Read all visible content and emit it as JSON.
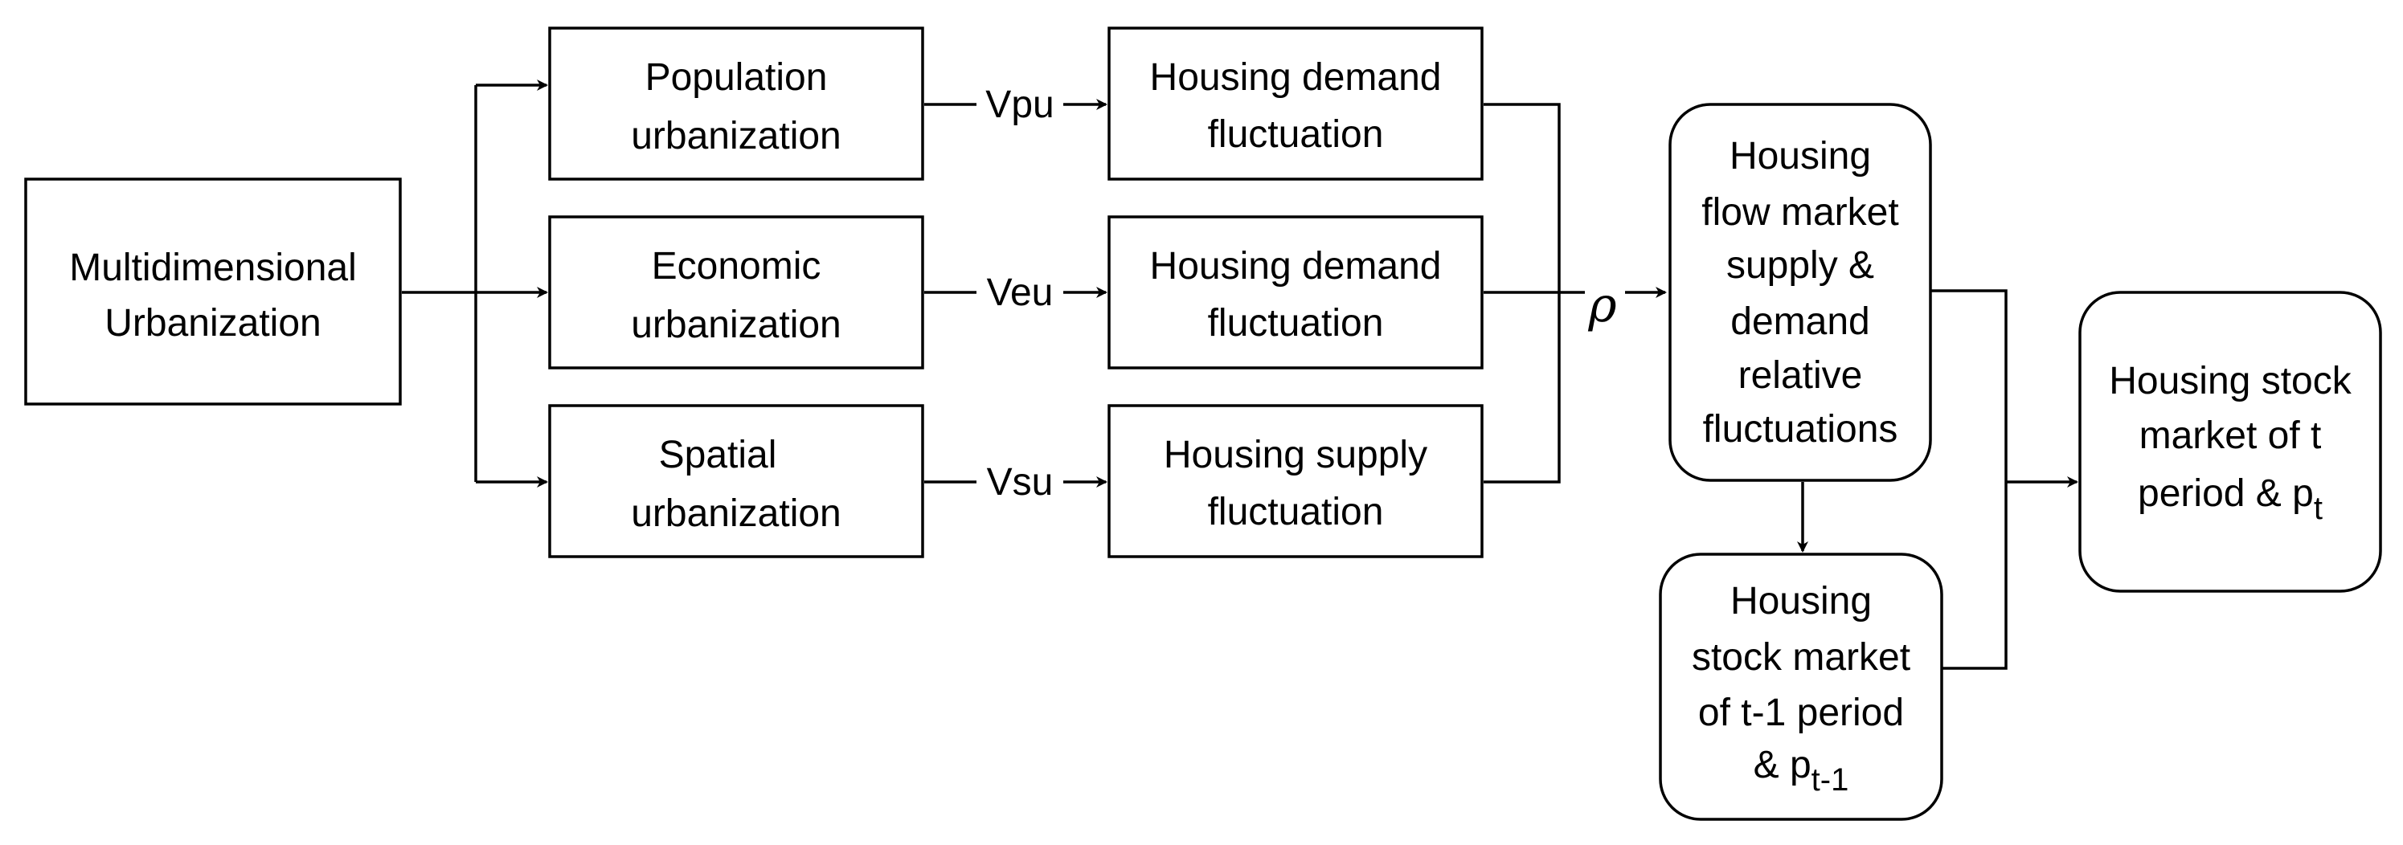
{
  "nodes": {
    "multi": {
      "lines": [
        "Multidimensional",
        "Urbanization"
      ]
    },
    "pop": {
      "lines": [
        "Population",
        "urbanization"
      ]
    },
    "econ": {
      "lines": [
        "Economic",
        "urbanization"
      ]
    },
    "spatial": {
      "lines": [
        "Spatial",
        "urbanization"
      ]
    },
    "hd1": {
      "lines": [
        "Housing demand",
        "fluctuation"
      ]
    },
    "hd2": {
      "lines": [
        "Housing demand",
        "fluctuation"
      ]
    },
    "hs": {
      "lines": [
        "Housing supply",
        "fluctuation"
      ]
    },
    "flow": {
      "lines": [
        "Housing",
        "flow market",
        "supply &",
        "demand",
        "relative",
        "fluctuations"
      ]
    },
    "stock_t1": {
      "lines": [
        "Housing",
        "stock market",
        "of t-1 period"
      ],
      "last_prefix": "& p",
      "last_sub": "t-1"
    },
    "stock_t": {
      "lines": [
        "Housing stock",
        "market of t"
      ],
      "last_prefix": "period & p",
      "last_sub": "t"
    }
  },
  "edge_labels": {
    "vpu": "Vpu",
    "veu": "Veu",
    "vsu": "Vsu",
    "rho": "ρ"
  }
}
